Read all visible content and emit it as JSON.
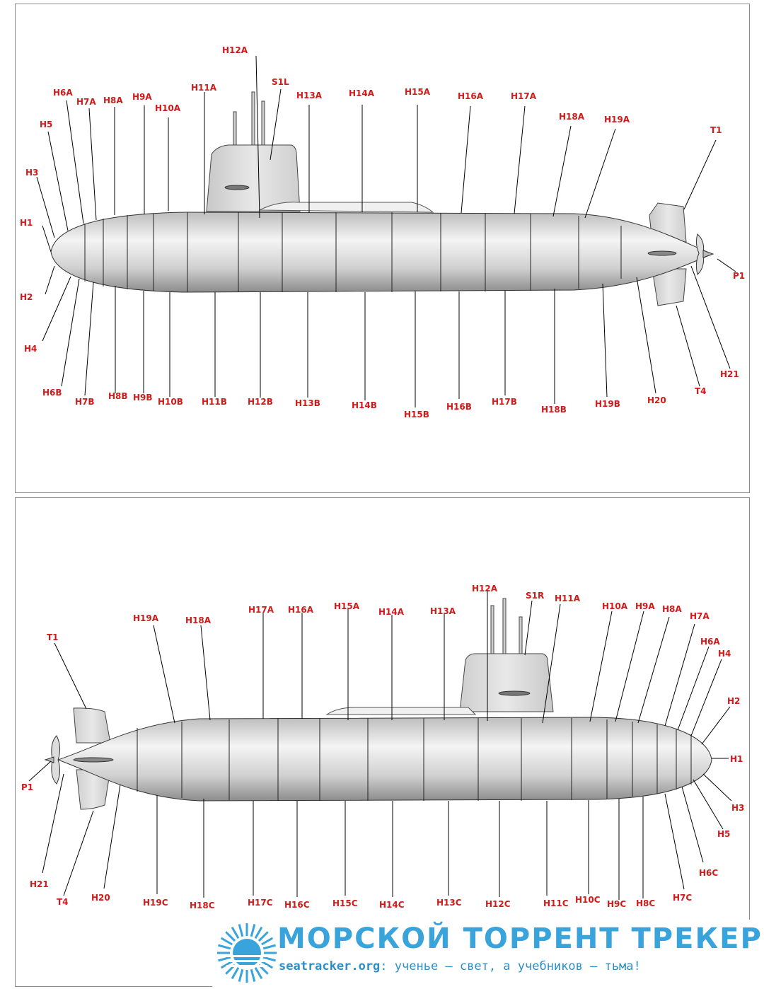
{
  "views": {
    "left_side": {
      "labels": {
        "H1": "H1",
        "H2": "H2",
        "H3": "H3",
        "H4": "H4",
        "H5": "H5",
        "H6A": "H6A",
        "H6B": "H6B",
        "H7A": "H7A",
        "H7B": "H7B",
        "H8A": "H8A",
        "H8B": "H8B",
        "H9A": "H9A",
        "H9B": "H9B",
        "H10A": "H10A",
        "H10B": "H10B",
        "H11A": "H11A",
        "H11B": "H11B",
        "H12A": "H12A",
        "H12B": "H12B",
        "S1L": "S1L",
        "H13A": "H13A",
        "H13B": "H13B",
        "H14A": "H14A",
        "H14B": "H14B",
        "H15A": "H15A",
        "H15B": "H15B",
        "H16A": "H16A",
        "H16B": "H16B",
        "H17A": "H17A",
        "H17B": "H17B",
        "H18A": "H18A",
        "H18B": "H18B",
        "H19A": "H19A",
        "H19B": "H19B",
        "H20": "H20",
        "H21": "H21",
        "T1": "T1",
        "T4": "T4",
        "P1": "P1"
      }
    },
    "right_side": {
      "labels": {
        "T1": "T1",
        "P1": "P1",
        "H21": "H21",
        "T4": "T4",
        "H20": "H20",
        "H19A": "H19A",
        "H19C": "H19C",
        "H18A": "H18A",
        "H18C": "H18C",
        "H17A": "H17A",
        "H17C": "H17C",
        "H16A": "H16A",
        "H16C": "H16C",
        "H15A": "H15A",
        "H15C": "H15C",
        "H14A": "H14A",
        "H14C": "H14C",
        "H13A": "H13A",
        "H13C": "H13C",
        "H12A": "H12A",
        "H12C": "H12C",
        "S1R": "S1R",
        "H11A": "H11A",
        "H11C": "H11C",
        "H10A": "H10A",
        "H10C": "H10C",
        "H9A": "H9A",
        "H9C": "H9C",
        "H8A": "H8A",
        "H8C": "H8C",
        "H7A": "H7A",
        "H7C": "H7C",
        "H6A": "H6A",
        "H6C": "H6C",
        "H4": "H4",
        "H2": "H2",
        "H1": "H1",
        "H3": "H3",
        "H5": "H5"
      }
    }
  },
  "watermark": {
    "title": "МОРСКОЙ ТОРРЕНТ ТРЕКЕР",
    "site": "seatracker.org",
    "slogan": ": ученье — свет, а учебников — тьма!",
    "color": "#39a3db"
  },
  "colors": {
    "label": "#d11a1a",
    "hull": "#d9d9d9",
    "line": "#000000"
  }
}
